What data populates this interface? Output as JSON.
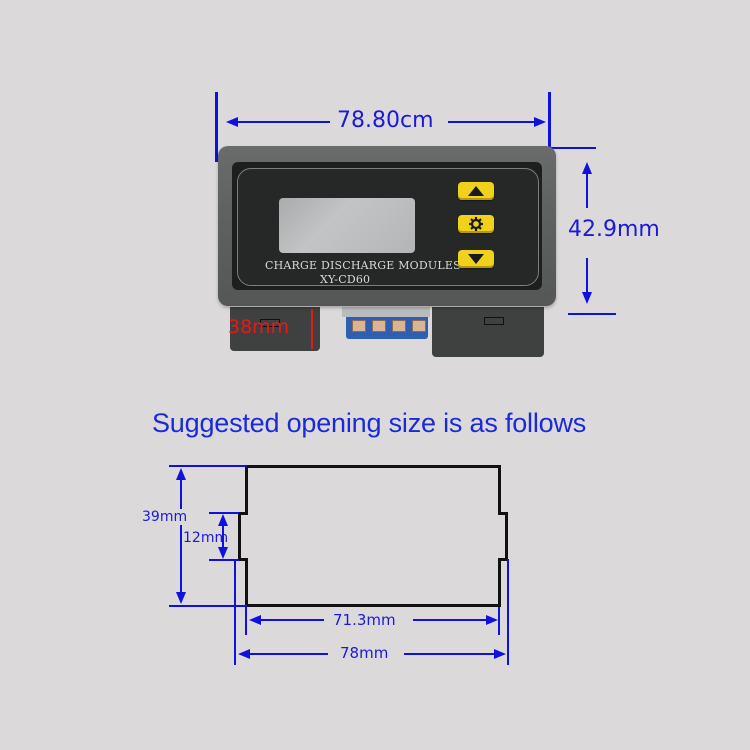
{
  "device": {
    "brand_line_1": "CHARGE DISCHARGE MODULES",
    "brand_line_2": "XY-CD60",
    "buttons": [
      {
        "name": "up",
        "icon": "triangle-up-icon"
      },
      {
        "name": "settings",
        "icon": "gear-icon"
      },
      {
        "name": "down",
        "icon": "triangle-down-icon"
      }
    ],
    "colors": {
      "bezel": "#5e605f",
      "face": "#1d1f1f",
      "keys": "#f0d21c",
      "terminal": "#2f5fb0"
    }
  },
  "dimensions": {
    "width_label": "78.80cm",
    "height_label": "42.9mm",
    "depth_label": "38mm",
    "depth_color": "#e41a1a",
    "annotation_color": "#1010e0"
  },
  "opening": {
    "heading": "Suggested opening size is as follows",
    "height_label": "39mm",
    "notch_label": "12mm",
    "inner_width_label": "71.3mm",
    "outer_width_label": "78mm"
  }
}
